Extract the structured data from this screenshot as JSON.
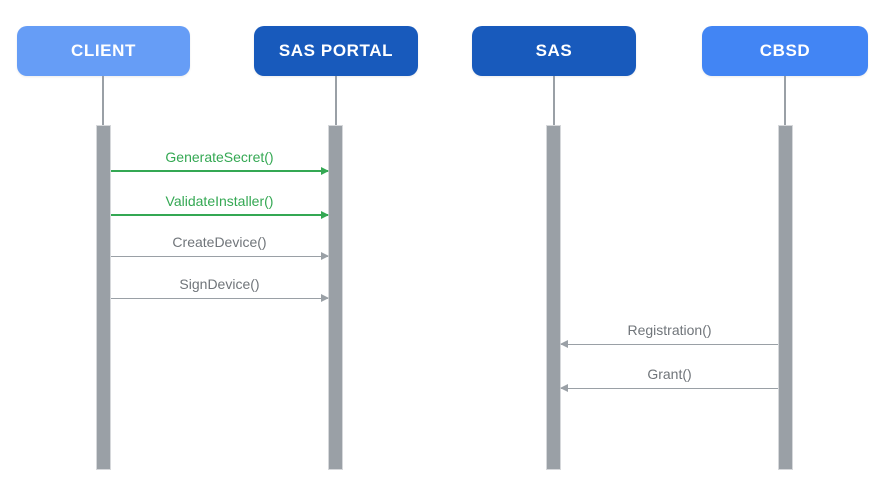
{
  "diagram": {
    "type": "sequence-diagram",
    "actors": [
      {
        "id": "client",
        "label": "CLIENT"
      },
      {
        "id": "sas-portal",
        "label": "SAS PORTAL"
      },
      {
        "id": "sas",
        "label": "SAS"
      },
      {
        "id": "cbsd",
        "label": "CBSD"
      }
    ],
    "messages": [
      {
        "label": "GenerateSecret()",
        "from": "CLIENT",
        "to": "SAS PORTAL",
        "direction": "right",
        "color": "green"
      },
      {
        "label": "ValidateInstaller()",
        "from": "CLIENT",
        "to": "SAS PORTAL",
        "direction": "right",
        "color": "green"
      },
      {
        "label": "CreateDevice()",
        "from": "CLIENT",
        "to": "SAS PORTAL",
        "direction": "right",
        "color": "gray"
      },
      {
        "label": "SignDevice()",
        "from": "CLIENT",
        "to": "SAS PORTAL",
        "direction": "right",
        "color": "gray"
      },
      {
        "label": "Registration()",
        "from": "CBSD",
        "to": "SAS",
        "direction": "left",
        "color": "gray"
      },
      {
        "label": "Grant()",
        "from": "CBSD",
        "to": "SAS",
        "direction": "left",
        "color": "gray"
      }
    ]
  },
  "colors": {
    "background": "#FFFFFF",
    "client_fill": "#669DF6",
    "sas_portal_fill": "#185ABC",
    "sas_fill": "#185ABC",
    "cbsd_fill": "#4285F4",
    "actor_text": "#FFFFFF",
    "green_message": "#34A853",
    "gray_message_line": "#9AA0A6",
    "gray_message_text": "#70757A",
    "lifeline": "#9AA0A6",
    "activation_bar": "#9AA0A6"
  }
}
